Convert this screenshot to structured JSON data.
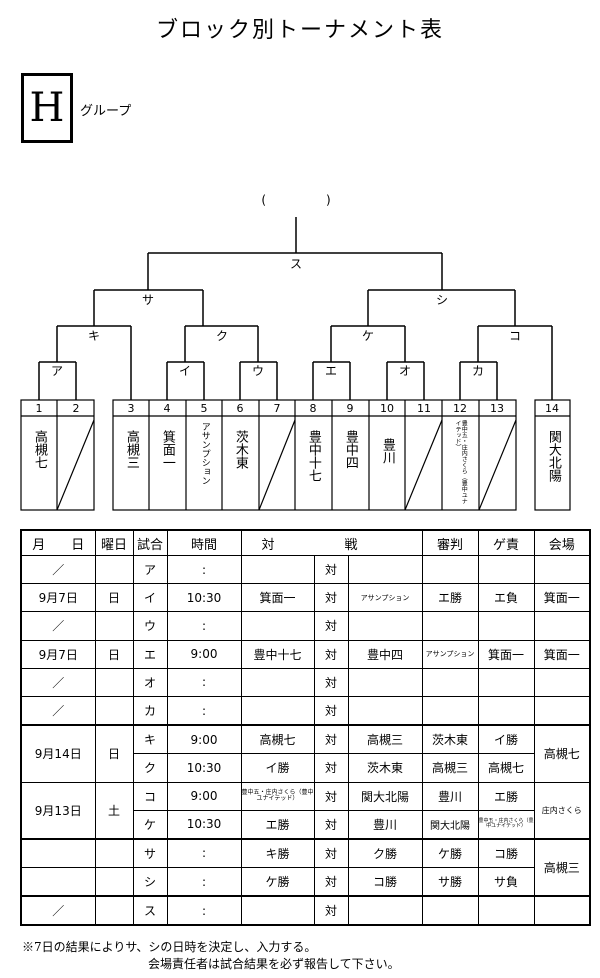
{
  "title": "ブロック別トーナメント表",
  "group": {
    "letter": "H",
    "label": "グループ"
  },
  "bracket": {
    "final_paren": "(　　　　　)",
    "labels": {
      "su": "ス",
      "sa": "サ",
      "shi": "シ",
      "ki": "キ",
      "ku": "ク",
      "ke": "ケ",
      "ko": "コ",
      "a": "ア",
      "i": "イ",
      "u": "ウ",
      "e": "エ",
      "o": "オ",
      "ka": "カ"
    },
    "numbers": [
      "1",
      "2",
      "3",
      "4",
      "5",
      "6",
      "7",
      "8",
      "9",
      "10",
      "11",
      "12",
      "13",
      "14"
    ],
    "teams": [
      "高槻七",
      "",
      "高槻三",
      "箕面一",
      "アサンプション",
      "茨木東",
      "",
      "豊中十七",
      "豊中四",
      "豊川",
      "",
      "豊中五・庄内さくら（豊中ユナイテッド）",
      "",
      "関大北陽"
    ]
  },
  "schedule": {
    "headers": [
      "月　　日",
      "曜日",
      "試合",
      "時間",
      "対",
      "戦",
      "審判",
      "ゲ責",
      "会場"
    ],
    "vs": "対",
    "rows": [
      {
        "date": "／",
        "day": "",
        "match": "ア",
        "time": ":",
        "team1": "",
        "team2": "",
        "ref": "",
        "gs": "",
        "venue": ""
      },
      {
        "date": "9月7日",
        "day": "日",
        "match": "イ",
        "time": "10:30",
        "team1": "箕面一",
        "team2": "アサンプション",
        "ref": "エ勝",
        "gs": "エ負",
        "venue": "箕面一"
      },
      {
        "date": "／",
        "day": "",
        "match": "ウ",
        "time": ":",
        "team1": "",
        "team2": "",
        "ref": "",
        "gs": "",
        "venue": ""
      },
      {
        "date": "9月7日",
        "day": "日",
        "match": "エ",
        "time": "9:00",
        "team1": "豊中十七",
        "team2": "豊中四",
        "ref": "アサンプション",
        "gs": "箕面一",
        "venue": "箕面一"
      },
      {
        "date": "／",
        "day": "",
        "match": "オ",
        "time": ":",
        "team1": "",
        "team2": "",
        "ref": "",
        "gs": "",
        "venue": ""
      },
      {
        "date": "／",
        "day": "",
        "match": "カ",
        "time": ":",
        "team1": "",
        "team2": "",
        "ref": "",
        "gs": "",
        "venue": ""
      },
      {
        "date": "9月14日",
        "day": "日",
        "match": "キ",
        "time": "9:00",
        "team1": "高槻七",
        "team2": "高槻三",
        "ref": "茨木東",
        "gs": "イ勝",
        "venue": "高槻七"
      },
      {
        "match": "ク",
        "time": "10:30",
        "team1": "イ勝",
        "team2": "茨木東",
        "ref": "高槻三",
        "gs": "高槻七"
      },
      {
        "date": "9月13日",
        "day": "土",
        "match": "コ",
        "time": "9:00",
        "team1": "豊中五・庄内さくら（豊中ユナイテッド）",
        "team2": "関大北陽",
        "ref": "豊川",
        "gs": "エ勝",
        "venue": "庄内さくら"
      },
      {
        "match": "ケ",
        "time": "10:30",
        "team1": "エ勝",
        "team2": "豊川",
        "ref": "関大北陽",
        "gs": "豊中五・庄内さくら（豊中ユナイテッド）"
      },
      {
        "date": "",
        "day": "",
        "match": "サ",
        "time": ":",
        "team1": "キ勝",
        "team2": "ク勝",
        "ref": "ケ勝",
        "gs": "コ勝",
        "venue": "高槻三"
      },
      {
        "date": "",
        "day": "",
        "match": "シ",
        "time": ":",
        "team1": "ケ勝",
        "team2": "コ勝",
        "ref": "サ勝",
        "gs": "サ負"
      },
      {
        "date": "／",
        "day": "",
        "match": "ス",
        "time": ":",
        "team1": "",
        "team2": "",
        "ref": "",
        "gs": "",
        "venue": ""
      }
    ]
  },
  "notes": [
    "※7日の結果によりサ、シの日時を決定し、入力する。",
    "会場責任者は試合結果を必ず報告して下さい。"
  ]
}
